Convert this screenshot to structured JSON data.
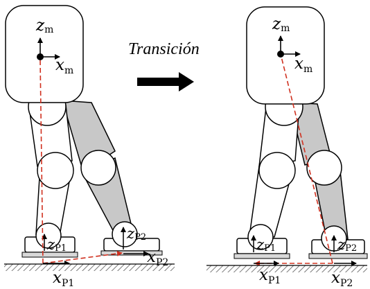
{
  "caption": "Transición",
  "labels": {
    "left": {
      "body_z": "z",
      "body_z_sub": "m",
      "body_x": "x",
      "body_x_sub": "m",
      "p1_z": "z",
      "p1_z_sub": "P1",
      "p2_z": "z",
      "p2_z_sub": "P2",
      "p1_x": "x",
      "p1_x_sub": "P1",
      "p2_x": "x",
      "p2_x_sub": "P2"
    },
    "right": {
      "body_z": "z",
      "body_z_sub": "m",
      "body_x": "x",
      "body_x_sub": "m",
      "p1_z": "z",
      "p1_z_sub": "P1",
      "p2_z": "z",
      "p2_z_sub": "P2",
      "p1_x": "x",
      "p1_x_sub": "P1",
      "p2_x": "x",
      "p2_x_sub": "P2"
    }
  },
  "colors": {
    "stroke": "#000000",
    "front_leg_fill": "#ffffff",
    "rear_leg_fill": "#c8c8c8",
    "vector": "#d0301f",
    "ground_hatch": "#888888",
    "foot_plate": "#d8d8d8"
  }
}
